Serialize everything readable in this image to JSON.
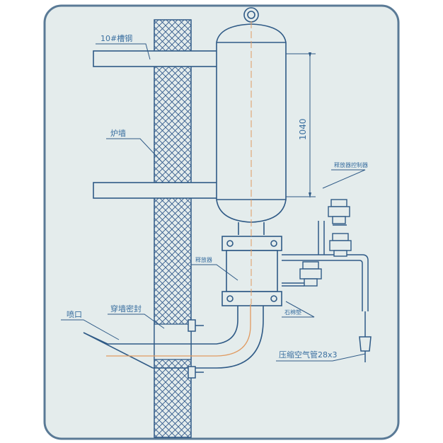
{
  "labels": {
    "channel_steel": "10#槽钢",
    "furnace_wall": "炉墙",
    "nozzle": "喷口",
    "wall_seal": "穿墙密封",
    "dimension": "1040",
    "release_valve": "释放器",
    "control_valve": "释放器控制器",
    "asbestos_gasket": "石棉垫",
    "air_pipe": "压缩空气管28x3"
  },
  "colors": {
    "panel_fill": "#e4ecec",
    "panel_stroke": "#5a7a96",
    "line": "#2f5a86",
    "hatch": "#32598a",
    "center_line": "#e09a60",
    "text": "#3a6fa0"
  }
}
